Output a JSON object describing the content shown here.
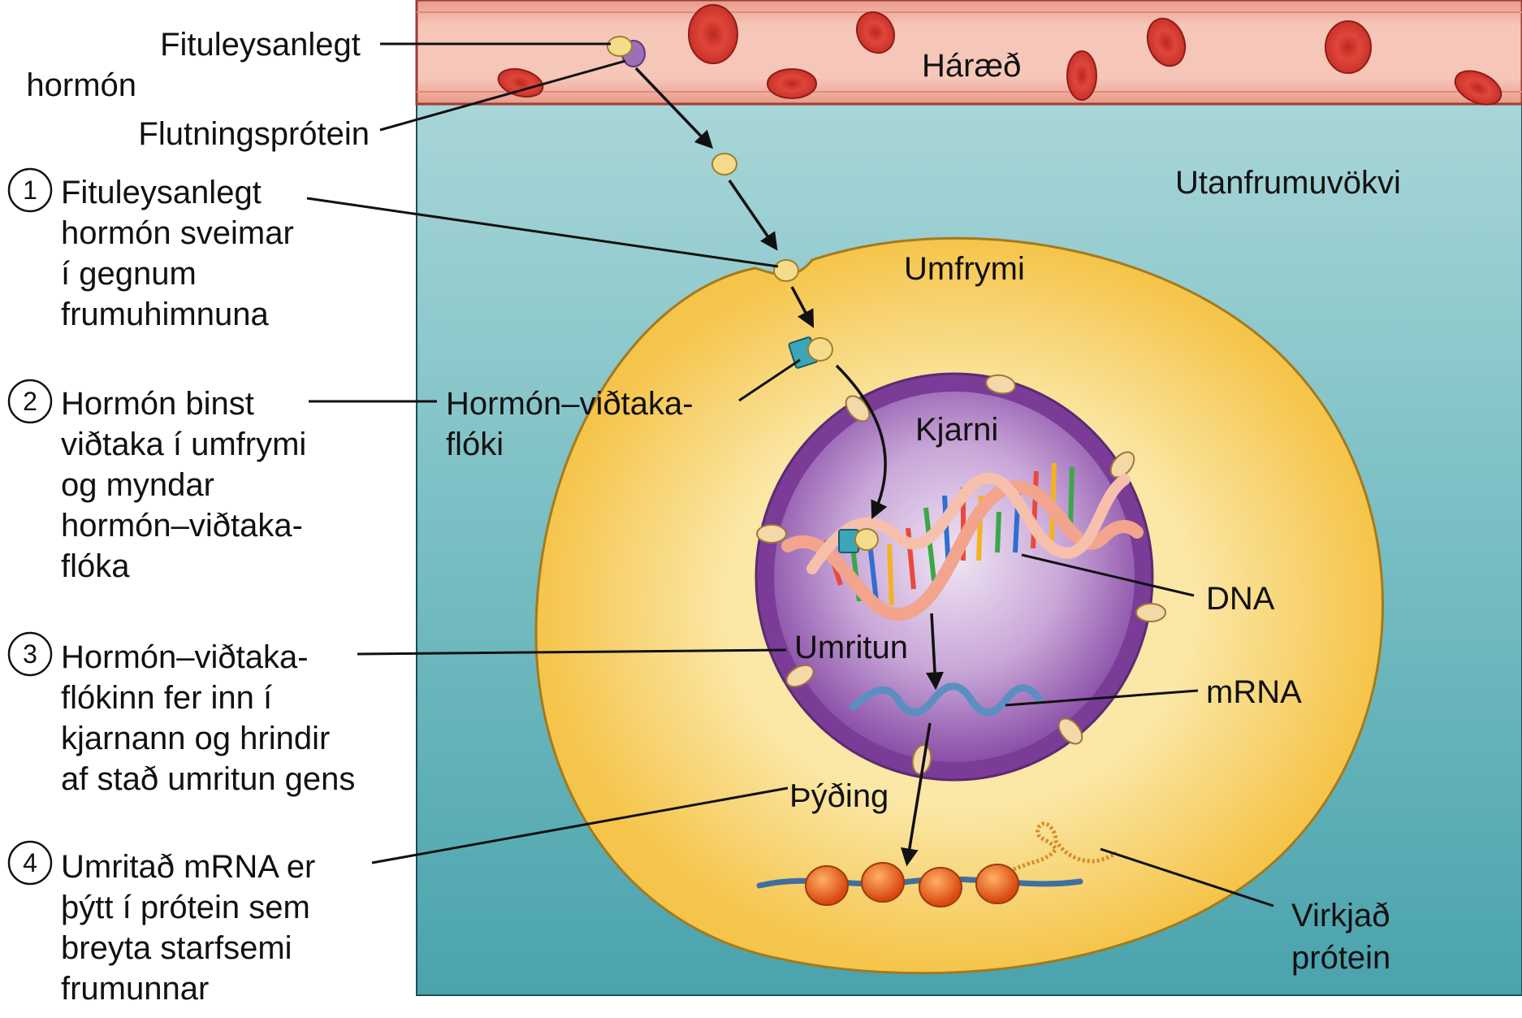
{
  "labels": {
    "capillary": "Háræð",
    "extracellular": "Utanfrumuvökvi",
    "cytoplasm": "Umfrymi",
    "nucleus": "Kjarni",
    "dna": "DNA",
    "mrna": "mRNA",
    "transcription": "Umritun",
    "translation": "Þýðing",
    "hormone": [
      "Fituleysanlegt",
      "hormón"
    ],
    "transport_protein": "Flutningsprótein",
    "complex": [
      "Hormón–viðtaka-",
      "flóki"
    ],
    "activated_protein": [
      "Virkjað",
      "prótein"
    ]
  },
  "steps": [
    {
      "number": "1",
      "lines": [
        "Fituleysanlegt",
        "hormón sveimar",
        "í gegnum",
        "frumuhimnuna"
      ]
    },
    {
      "number": "2",
      "lines": [
        "Hormón binst",
        "viðtaka í umfrymi",
        "og myndar",
        "hormón–viðtaka-",
        "flóka"
      ]
    },
    {
      "number": "3",
      "lines": [
        "Hormón–viðtaka-",
        "flókinn fer inn í",
        "kjarnann og hrindir",
        "af stað umritun gens"
      ]
    },
    {
      "number": "4",
      "lines": [
        "Umritað mRNA er",
        "þýtt í prótein sem",
        "breyta starfsemi",
        "frumunnar"
      ]
    }
  ],
  "colors": {
    "capillary": "#f2b7a6",
    "extracellular": "#6fb7bd",
    "cytoplasm": "#f7cd5c",
    "nucleus": "#9a5fb8",
    "red_cell": "#d93a2e",
    "hormone": "#f5dc8c",
    "ribosome": "#e8601c"
  }
}
